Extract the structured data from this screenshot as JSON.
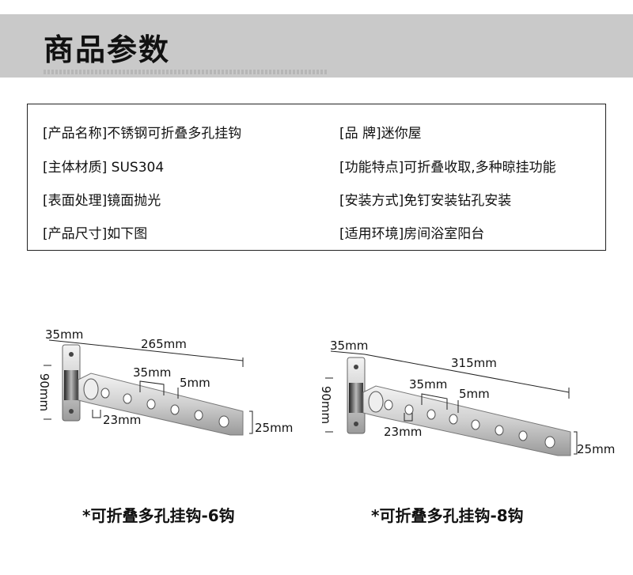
{
  "header": {
    "title": "商品参数"
  },
  "specs": {
    "left": [
      "[产品名称]不锈钢可折叠多孔挂钩",
      "[主体材质] SUS304",
      "[表面处理]镜面抛光",
      "[产品尺寸]如下图"
    ],
    "right": [
      "[品 牌]迷你屋",
      "[功能特点]可折叠收取,多种晾挂功能",
      "[安装方式]免钉安装钻孔安装",
      "[适用环境]房间浴室阳台"
    ]
  },
  "products": [
    {
      "caption": "*可折叠多孔挂钩-6钩",
      "dims": {
        "base_width": "35mm",
        "length": "265mm",
        "height": "90mm",
        "hole_spacing": "35mm",
        "hole_gap": "5mm",
        "hole_size": "23mm",
        "end_width": "25mm"
      }
    },
    {
      "caption": "*可折叠多孔挂钩-8钩",
      "dims": {
        "base_width": "35mm",
        "length": "315mm",
        "height": "90mm",
        "hole_spacing": "35mm",
        "hole_gap": "5mm",
        "hole_size": "23mm",
        "end_width": "25mm"
      }
    }
  ]
}
